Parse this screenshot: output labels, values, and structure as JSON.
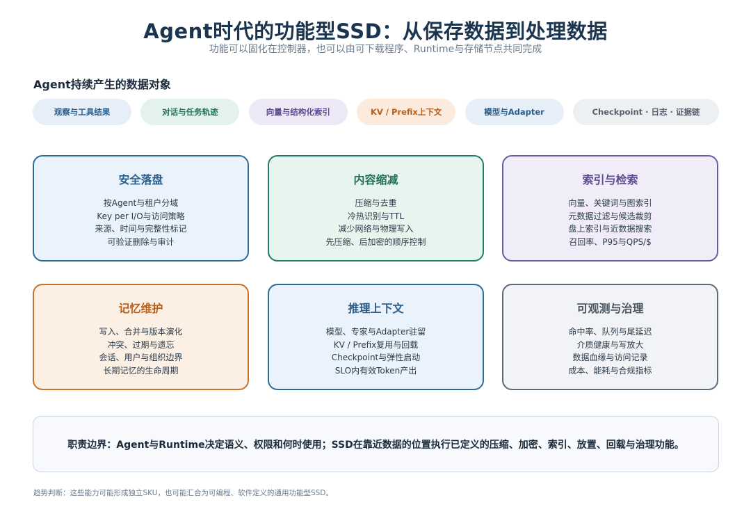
{
  "header": {
    "title": "Agent时代的功能型SSD：从保存数据到处理数据",
    "subtitle": "功能可以固化在控制器，也可以由可下载程序、Runtime与存储节点共同完成"
  },
  "data_objects": {
    "title": "Agent持续产生的数据对象",
    "tags": [
      {
        "label": "观察与工具结果",
        "bg": "#e6eff8",
        "fg": "#2a5d8a"
      },
      {
        "label": "对话与任务轨迹",
        "bg": "#e3f3ec",
        "fg": "#23705a"
      },
      {
        "label": "向量与结构化索引",
        "bg": "#ece8f6",
        "fg": "#5a4b8e"
      },
      {
        "label": "KV / Prefix上下文",
        "bg": "#fcebdc",
        "fg": "#b85f1c"
      },
      {
        "label": "模型与Adapter",
        "bg": "#e6eff8",
        "fg": "#2a5d8a"
      },
      {
        "label": "Checkpoint · 日志 · 证据链",
        "bg": "#edf0f3",
        "fg": "#56616d"
      }
    ]
  },
  "cards": [
    {
      "title": "安全落盘",
      "lines": [
        "按Agent与租户分域",
        "Key per I/O与访问策略",
        "来源、时间与完整性标记",
        "可验证删除与审计"
      ],
      "border": "#2e6a96",
      "bg": "#eaf2fb",
      "title_color": "#2a5d8a"
    },
    {
      "title": "内容缩减",
      "lines": [
        "压缩与去重",
        "冷热识别与TTL",
        "减少网络与物理写入",
        "先压缩、后加密的顺序控制"
      ],
      "border": "#22796b",
      "bg": "#e8f5ef",
      "title_color": "#23705a"
    },
    {
      "title": "索引与检索",
      "lines": [
        "向量、关键词与图索引",
        "元数据过滤与候选裁剪",
        "盘上索引与近数据搜索",
        "召回率、P95与QPS/$"
      ],
      "border": "#6b5aa6",
      "bg": "#f0edf9",
      "title_color": "#5a4b8e"
    },
    {
      "title": "记忆维护",
      "lines": [
        "写入、合并与版本演化",
        "冲突、过期与遗忘",
        "会话、用户与组织边界",
        "长期记忆的生命周期"
      ],
      "border": "#c8712a",
      "bg": "#fcefe3",
      "title_color": "#b85f1c"
    },
    {
      "title": "推理上下文",
      "lines": [
        "模型、专家与Adapter驻留",
        "KV / Prefix复用与回载",
        "Checkpoint与弹性启动",
        "SLO内有效Token产出"
      ],
      "border": "#2e6a96",
      "bg": "#eaf2fb",
      "title_color": "#2a5d8a"
    },
    {
      "title": "可观测与治理",
      "lines": [
        "命中率、队列与尾延迟",
        "介质健康与写放大",
        "数据血缘与访问记录",
        "成本、能耗与合规指标"
      ],
      "border": "#5d6b78",
      "bg": "#f1f3f6",
      "title_color": "#4b5763"
    }
  ],
  "boundary": {
    "text": "职责边界：Agent与Runtime决定语义、权限和何时使用；SSD在靠近数据的位置执行已定义的压缩、加密、索引、放置、回载与治理功能。"
  },
  "footnote": "趋势判断：这些能力可能形成独立SKU，也可能汇合为可编程、软件定义的通用功能型SSD。"
}
